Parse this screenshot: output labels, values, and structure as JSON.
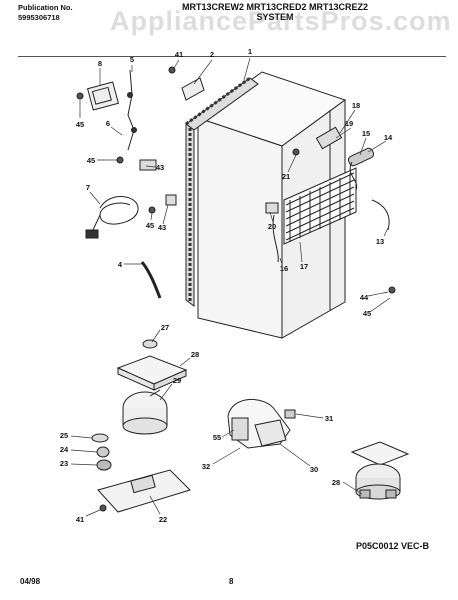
{
  "header": {
    "pub_label": "Publication No.",
    "pub_number": "5995306718",
    "models": "MRT13CREW2 MRT13CRED2 MRT13CREZ2",
    "section": "SYSTEM",
    "watermark": "AppliancePartsPros.com"
  },
  "footer": {
    "date": "04/98",
    "page": "8",
    "diagram_code": "P05C0012 VEC-B"
  },
  "callouts": {
    "c1": "1",
    "c2": "2",
    "c41a": "41",
    "c8": "8",
    "c5": "5",
    "c45a": "45",
    "c6": "6",
    "c45b": "45",
    "c43a": "43",
    "c7": "7",
    "c45c": "45",
    "c43b": "43",
    "c4": "4",
    "c18": "18",
    "c19": "19",
    "c15": "15",
    "c14": "14",
    "c21": "21",
    "c20": "20",
    "c16": "16",
    "c17": "17",
    "c13": "13",
    "c44": "44",
    "c45d": "45",
    "c27": "27",
    "c28a": "28",
    "c29": "29",
    "c25": "25",
    "c24": "24",
    "c23": "23",
    "c22": "22",
    "c41b": "41",
    "c55": "55",
    "c31": "31",
    "c32": "32",
    "c30": "30",
    "c28b": "28"
  }
}
